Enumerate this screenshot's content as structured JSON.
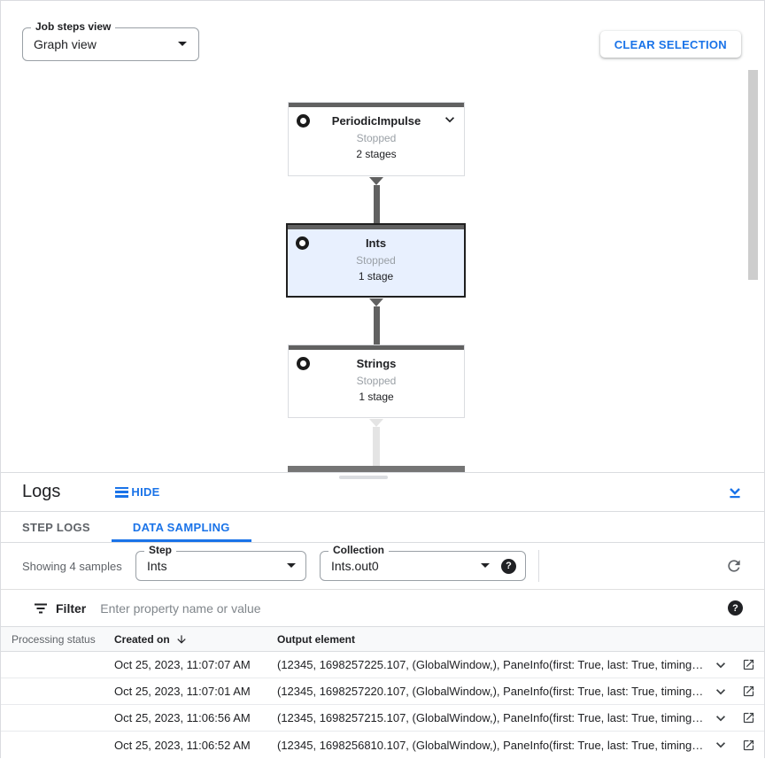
{
  "colors": {
    "accent": "#1a73e8",
    "selected_node_bg": "#e8f0fe",
    "node_topbar": "#616161",
    "status_text": "#9aa0a6"
  },
  "icons": {
    "help_glyph": "?"
  },
  "toolbar": {
    "job_steps_view_label": "Job steps view",
    "job_steps_view_value": "Graph view",
    "clear_selection_label": "CLEAR SELECTION"
  },
  "graph": {
    "nodes": [
      {
        "name": "PeriodicImpulse",
        "status": "Stopped",
        "stages": "2 stages",
        "selected": false
      },
      {
        "name": "Ints",
        "status": "Stopped",
        "stages": "1 stage",
        "selected": true
      },
      {
        "name": "Strings",
        "status": "Stopped",
        "stages": "1 stage",
        "selected": false
      }
    ]
  },
  "logs_panel": {
    "title": "Logs",
    "hide_label": "HIDE",
    "tabs": [
      {
        "label": "STEP LOGS",
        "active": false
      },
      {
        "label": "DATA SAMPLING",
        "active": true
      }
    ],
    "samples_summary": "Showing 4 samples",
    "step_label": "Step",
    "step_value": "Ints",
    "collection_label": "Collection",
    "collection_value": "Ints.out0",
    "filter": {
      "label": "Filter",
      "placeholder": "Enter property name or value"
    },
    "table": {
      "columns": [
        "Processing status",
        "Created on",
        "Output element"
      ],
      "rows": [
        {
          "created_on": "Oct 25, 2023, 11:07:07 AM",
          "output_element": "(12345, 1698257225.107, (GlobalWindow,), PaneInfo(first: True, last: True, timing…"
        },
        {
          "created_on": "Oct 25, 2023, 11:07:01 AM",
          "output_element": "(12345, 1698257220.107, (GlobalWindow,), PaneInfo(first: True, last: True, timing…"
        },
        {
          "created_on": "Oct 25, 2023, 11:06:56 AM",
          "output_element": "(12345, 1698257215.107, (GlobalWindow,), PaneInfo(first: True, last: True, timing…"
        },
        {
          "created_on": "Oct 25, 2023, 11:06:52 AM",
          "output_element": "(12345, 1698256810.107, (GlobalWindow,), PaneInfo(first: True, last: True, timing…"
        }
      ]
    }
  }
}
